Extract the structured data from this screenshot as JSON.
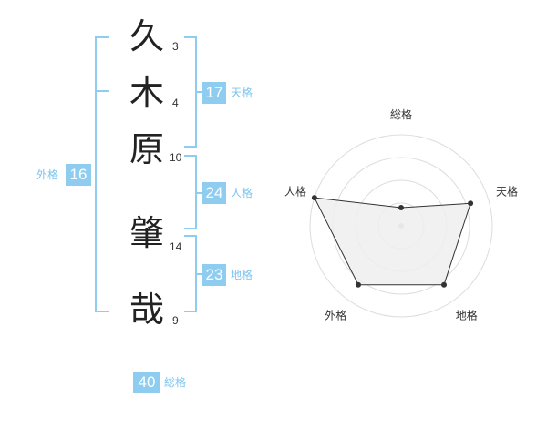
{
  "name": {
    "chars": [
      {
        "char": "久",
        "strokes": "3"
      },
      {
        "char": "木",
        "strokes": "4"
      },
      {
        "char": "原",
        "strokes": "10"
      },
      {
        "char": "肇",
        "strokes": "14"
      },
      {
        "char": "哉",
        "strokes": "9"
      }
    ]
  },
  "fortune": {
    "tenkaku": {
      "value": "17",
      "label": "天格"
    },
    "jinkaku": {
      "value": "24",
      "label": "人格"
    },
    "chikaku": {
      "value": "23",
      "label": "地格"
    },
    "gaikaku": {
      "value": "16",
      "label": "外格"
    },
    "soukaku": {
      "value": "40",
      "label": "総格"
    }
  },
  "chart_data": {
    "type": "radar",
    "axes": [
      "総格",
      "天格",
      "地格",
      "外格",
      "人格"
    ],
    "values": [
      1,
      4,
      4,
      4,
      5
    ],
    "rmax": 5,
    "rings": 4,
    "fill_color": "#eeeeee",
    "line_color": "#333333"
  }
}
